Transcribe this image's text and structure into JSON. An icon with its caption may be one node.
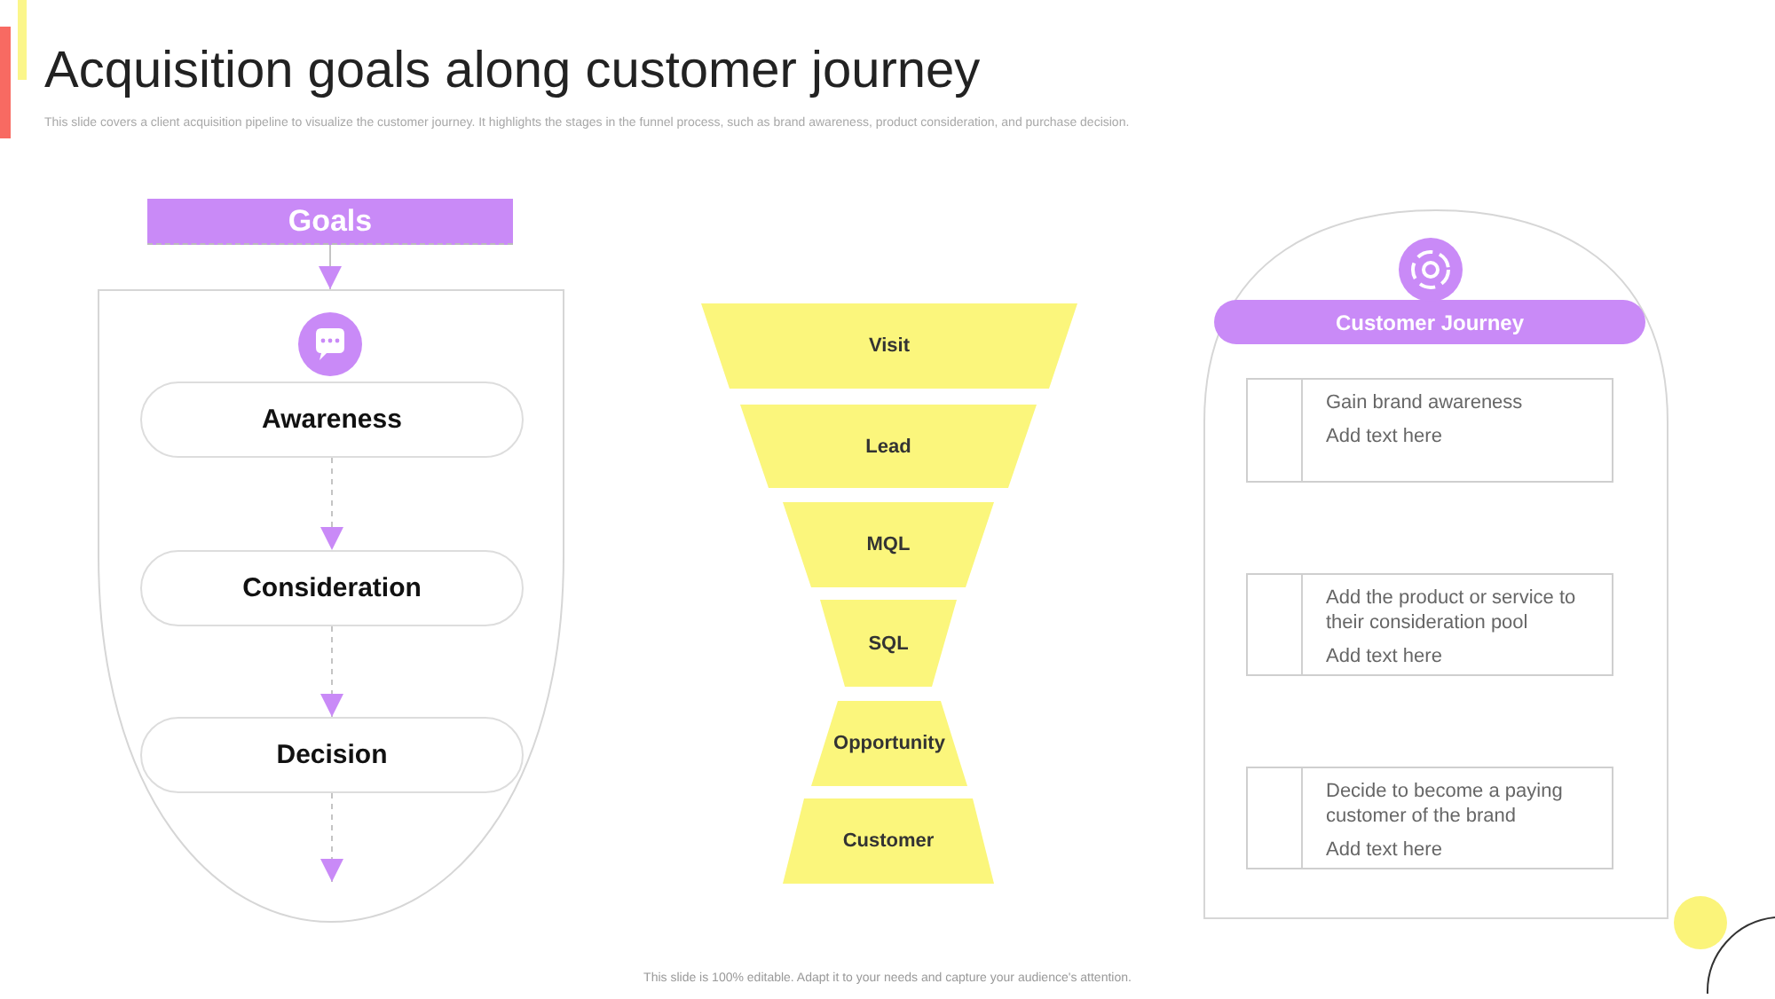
{
  "diagram": {
    "title": "Acquisition goals along customer journey",
    "nodes": [
      {
        "text": [
          "Goals"
        ]
      },
      {
        "text": [],
        "shape": "box"
      },
      {
        "text": [
          "Awareness"
        ],
        "in": 1
      },
      {
        "text": [
          "Consideration"
        ],
        "in": 1
      },
      {
        "text": [
          "Decision"
        ],
        "in": 1
      },
      {
        "text": [
          "Visit"
        ]
      },
      {
        "text": [
          "Lead"
        ]
      },
      {
        "text": [
          "MQL"
        ]
      },
      {
        "text": [
          "SQL"
        ]
      },
      {
        "text": [
          "Opportunity"
        ]
      },
      {
        "text": [
          "Customer"
        ]
      },
      {
        "text": [],
        "shape": "box"
      },
      {
        "text": [
          "Customer Journey"
        ],
        "in": 11
      },
      {
        "text": [
          "Gain brand awareness",
          "Add text here"
        ],
        "in": 11
      },
      {
        "text": [
          "Add the product or service to their consideration pool",
          "Add text here"
        ],
        "in": 11
      },
      {
        "text": [
          "Decide to become a paying customer of the brand",
          "Add text here"
        ],
        "in": 11
      }
    ],
    "edges": [
      {
        "from": 0,
        "to": 1,
        "arrow": "to"
      },
      {
        "from": 2,
        "to": 3,
        "arrow": "to",
        "style": "dashed"
      },
      {
        "from": 3,
        "to": 4,
        "arrow": "to",
        "style": "dashed"
      },
      {
        "from": 4,
        "to": null,
        "arrow": "to",
        "style": "dashed"
      }
    ],
    "labels": [
      "This slide covers a client acquisition pipeline to visualize the customer journey. It highlights the stages in the funnel process, such as brand awareness, product consideration, and purchase decision.",
      "This slide is 100% editable. Adapt it to your needs and capture your audience's attention."
    ]
  }
}
